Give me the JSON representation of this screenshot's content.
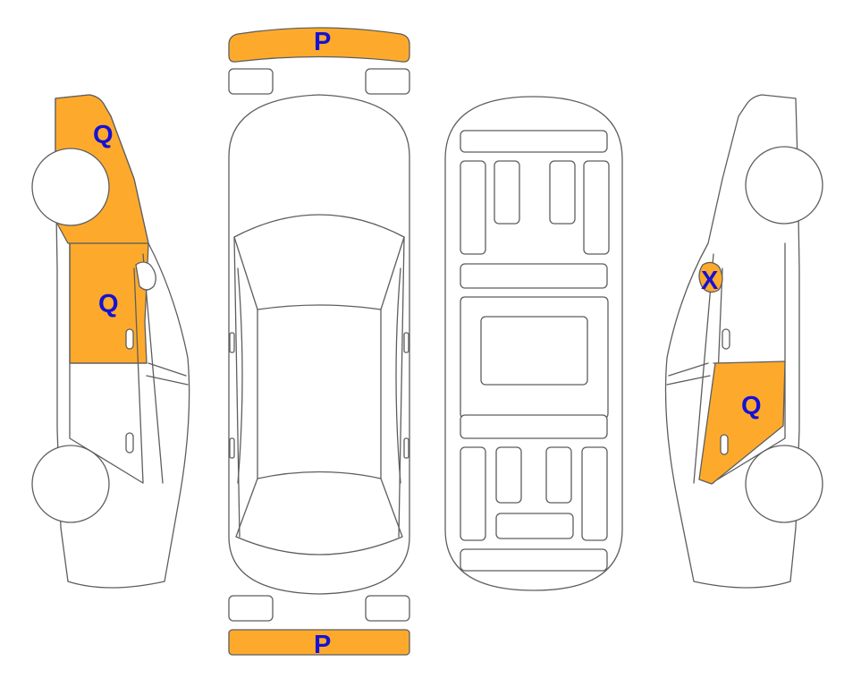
{
  "colors": {
    "damage_fill": "#fdaa2c",
    "marker_text": "#1512d4",
    "outline": "#5e5e5e",
    "background": "#ffffff"
  },
  "markers": {
    "front_bumper": "P",
    "rear_bumper": "P",
    "left_front_fender": "Q",
    "left_front_door": "Q",
    "right_front_mirror": "X",
    "right_front_door": "Q"
  }
}
